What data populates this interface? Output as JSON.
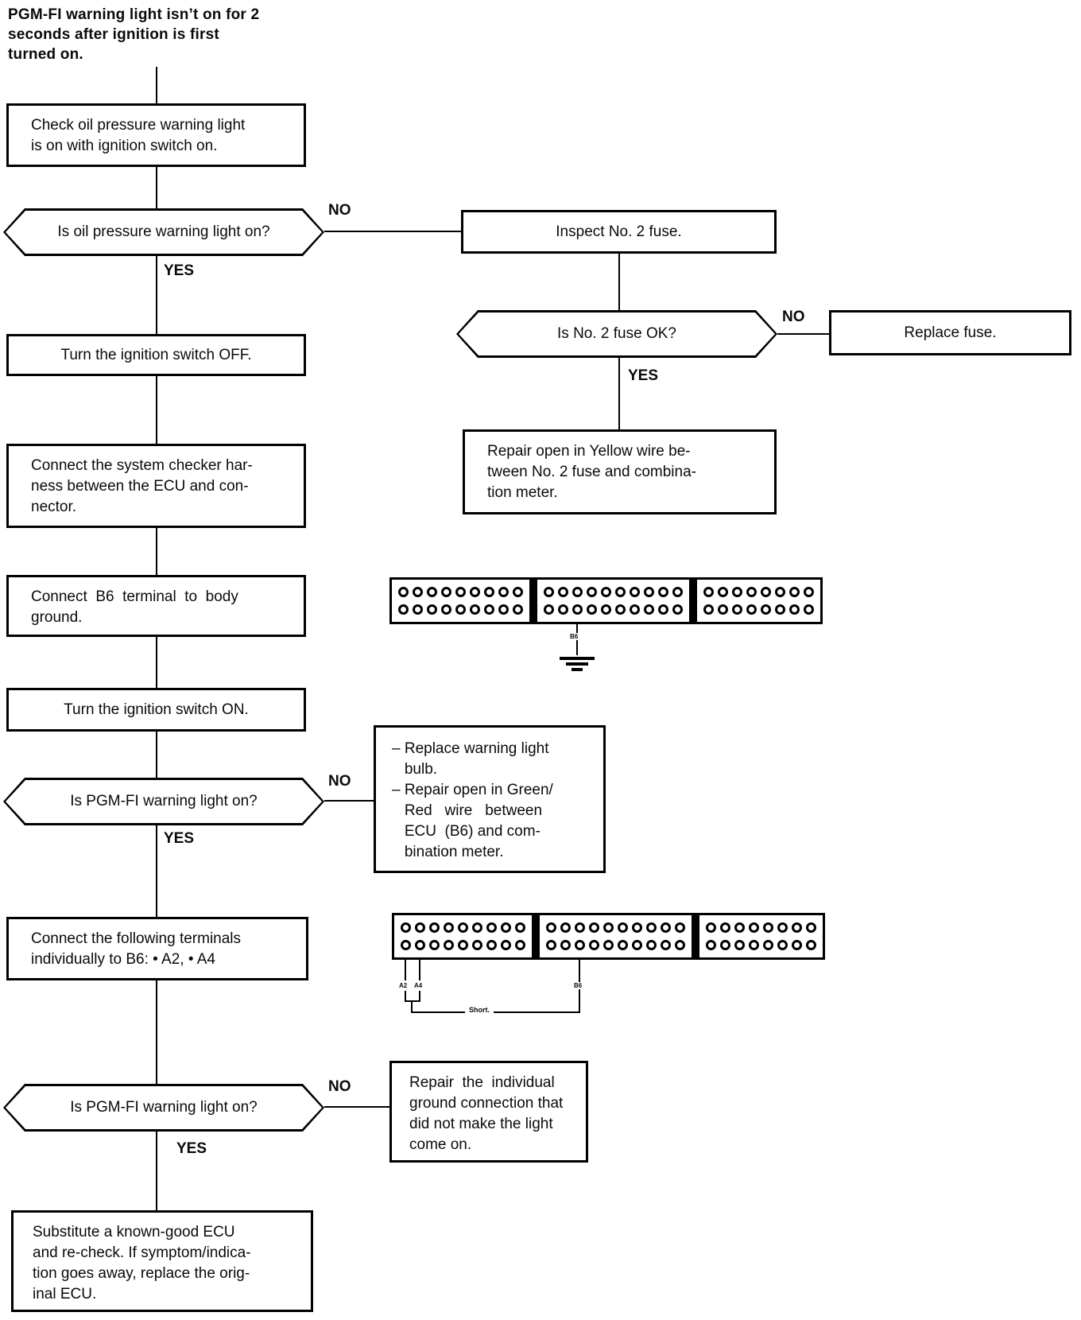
{
  "title": "PGM-FI warning light isn’t on for 2\nseconds after ignition is first\nturned on.",
  "labels": {
    "yes": "YES",
    "no": "NO"
  },
  "nodes": {
    "check_oil": "Check oil pressure warning light\nis on with ignition switch on.",
    "is_oil_on": "Is oil pressure warning light on?",
    "inspect_fuse": "Inspect No. 2 fuse.",
    "is_fuse_ok": "Is No. 2 fuse OK?",
    "replace_fuse": "Replace fuse.",
    "repair_yellow": "Repair open in Yellow wire be-\ntween No. 2 fuse and combina-\ntion meter.",
    "ignition_off": "Turn the ignition switch OFF.",
    "connect_checker": "Connect the system checker har-\nness between the ECU and con-\nnector.",
    "connect_b6": "Connect  B6  terminal  to  body\nground.",
    "ignition_on": "Turn the ignition switch ON.",
    "is_pgmfi_on_1": "Is PGM-FI warning light on?",
    "replace_bulb": "– Replace warning light\n   bulb.\n– Repair open in Green/\n   Red   wire   between\n   ECU  (B6) and com-\n   bination meter.",
    "connect_terminals": "Connect the following terminals\nindividually to B6: • A2, • A4",
    "is_pgmfi_on_2": "Is PGM-FI warning light on?",
    "repair_ground": "Repair  the  individual\nground connection that\ndid not make the light\ncome on.",
    "substitute_ecu": "Substitute a known-good ECU\nand re-check. If symptom/indica-\ntion goes away, replace the orig-\ninal ECU."
  },
  "connector": {
    "sections": [
      9,
      10,
      8
    ],
    "rows": 2,
    "labels": {
      "b6": "B6",
      "a2": "A2",
      "a4": "A4",
      "short": "Short."
    }
  }
}
